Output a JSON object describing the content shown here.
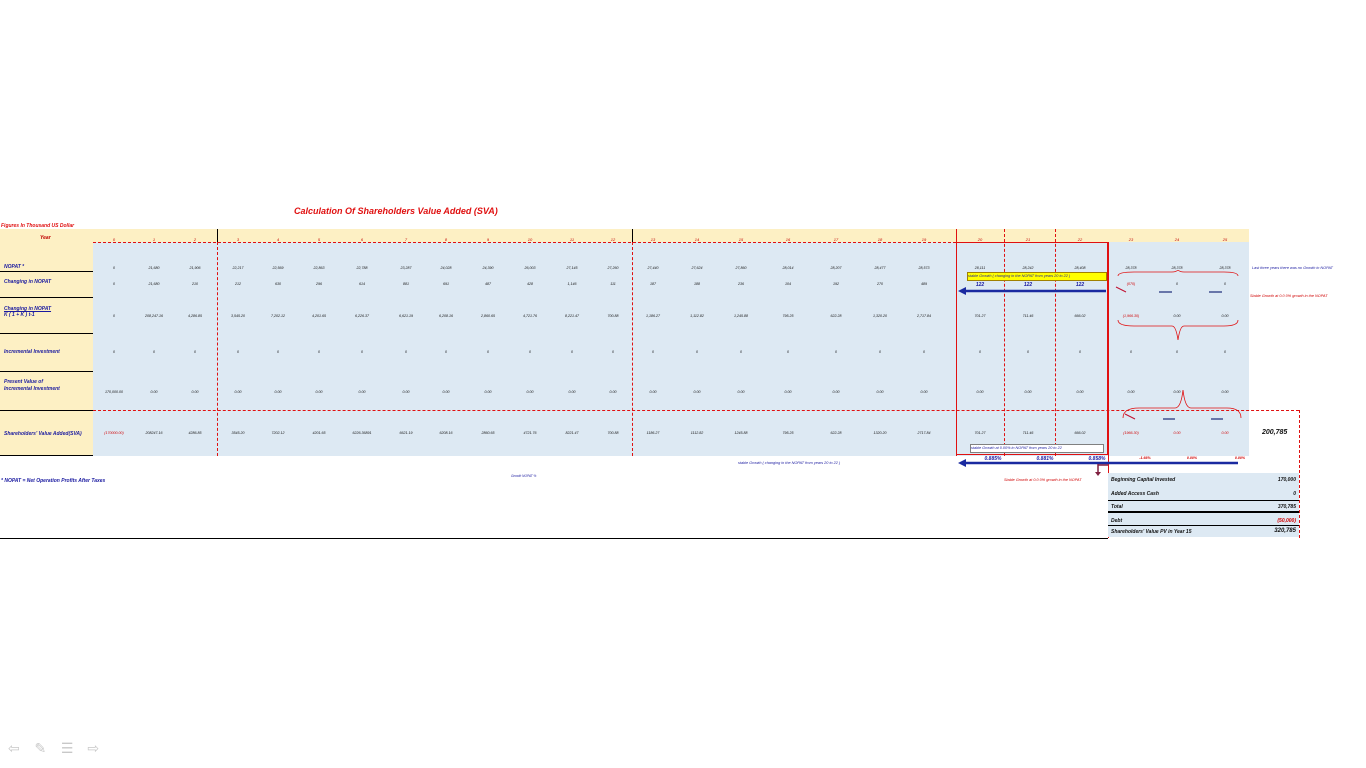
{
  "title": "Calculation Of Shareholders Value Added (SVA)",
  "figures_note": "Figures In Thousand US Dollar",
  "year_label": "Year",
  "years": [
    "0",
    "1",
    "2",
    "3",
    "4",
    "5",
    "6",
    "7",
    "8",
    "9",
    "10",
    "11",
    "12",
    "13",
    "14",
    "15",
    "16",
    "17",
    "18",
    "19",
    "20",
    "21",
    "22",
    "23",
    "24",
    "25"
  ],
  "rows": {
    "nopat": {
      "label": "NOPAT *",
      "values": [
        "0",
        "21,680",
        "21,906",
        "22,217",
        "22,569",
        "22,863",
        "22,788",
        "23,287",
        "24,028",
        "24,390",
        "26,003",
        "27,145",
        "27,260",
        "27,440",
        "27,624",
        "27,860",
        "28,014",
        "28,207",
        "28,477",
        "28,573",
        "28,111",
        "28,242",
        "28,408",
        "28,378",
        "28,378",
        "28,378"
      ]
    },
    "change": {
      "label": "Changing in NOPAT",
      "values": [
        "0",
        "21,680",
        "210",
        "212",
        "630",
        "296",
        "614",
        "881",
        "691",
        "487",
        "428",
        "1,146",
        "111",
        "187",
        "188",
        "236",
        "104",
        "192",
        "270",
        "489",
        "122",
        "122",
        "122",
        "(070)",
        "0",
        "0"
      ]
    },
    "change_k_1": "Changing in NOPAT",
    "change_k_2": "K ( 1 + K ) t-1",
    "change_k_values": [
      "0",
      "208,247.16",
      "4,286.85",
      "3,545.20",
      "7,202.12",
      "4,201.65",
      "6,226.37",
      "6,621.19",
      "6,208.16",
      "2,860.65",
      "4,721.76",
      "8,221.47",
      "700.88",
      "1,186.27",
      "1,112.82",
      "1,245.88",
      "795.25",
      "622.28",
      "1,320.20",
      "2,717.84",
      "701.27",
      "711.46",
      "666.02",
      "(1,966.30)",
      "0.00",
      "0.00"
    ],
    "incremental": {
      "label": "Incremental Investment",
      "values": [
        "0",
        "0",
        "0",
        "0",
        "0",
        "0",
        "0",
        "0",
        "0",
        "0",
        "0",
        "0",
        "0",
        "0",
        "0",
        "0",
        "0",
        "0",
        "0",
        "0",
        "0",
        "0",
        "0",
        "0",
        "0",
        "0"
      ]
    },
    "pv_1": "Present Value of",
    "pv_2": "Incremental Investment",
    "pv_values": [
      "170,000.00",
      "0.00",
      "0.00",
      "0.00",
      "0.00",
      "0.00",
      "0.00",
      "0.00",
      "0.00",
      "0.00",
      "0.00",
      "0.00",
      "0.00",
      "0.00",
      "0.00",
      "0.00",
      "0.00",
      "0.00",
      "0.00",
      "0.00",
      "0.00",
      "0.00",
      "0.00",
      "0.00",
      "0.00",
      "0.00"
    ],
    "sva": {
      "label": "Shareholders' Value Added(SVA)",
      "values": [
        "(170000.00)",
        "208247.16",
        "4286.85",
        "3545.20",
        "7202.12",
        "4201.65",
        "6226.36891",
        "6621.19",
        "6208.16",
        "2860.65",
        "4721.76",
        "8221.47",
        "700.88",
        "1186.27",
        "1112.82",
        "1245.88",
        "795.25",
        "622.28",
        "1320.20",
        "2717.84",
        "701.27",
        "711.46",
        "666.02",
        "(1966.30)",
        "0.00",
        "0.00"
      ]
    }
  },
  "sva_total": "200,785",
  "growth_row": [
    "0.885%",
    "0.881%",
    "0.858%",
    "-1.66%",
    "0.00%",
    "0.00%"
  ],
  "notes": {
    "yellow_box": "stable Growth ( changing in the NOPAT from years 20 to 22 )",
    "white_box": "stable Growth at 0.00% in NOPAT from years 20 to 22",
    "below_blue": "stable Growth ( changing in the NOPAT from years 20 to 22 )",
    "no_growth": "Last three years there was no Growth in NOPAT",
    "stable_red_1": "Stable Growth at 0.0 0% growth in the NOPAT",
    "stable_red_2": "Stable Growth at 0.0 0% growth in the NOPAT",
    "growth_nopat": "Growth NOPAT %",
    "footnote": "* NOPAT = Net Operation Profits After Taxes"
  },
  "summary": [
    {
      "label": "Beginning Capital Invested",
      "value": "170,000"
    },
    {
      "label": "Added Access Cash",
      "value": "0"
    },
    {
      "label": "Total",
      "value": "370,785"
    },
    {
      "label": "Debt",
      "value": "(50,000)"
    },
    {
      "label": "Shareholders' Value PV in Year 15",
      "value": "320,785"
    }
  ],
  "nav": [
    "back-arrow-icon",
    "pen-icon",
    "menu-icon",
    "forward-arrow-icon"
  ]
}
